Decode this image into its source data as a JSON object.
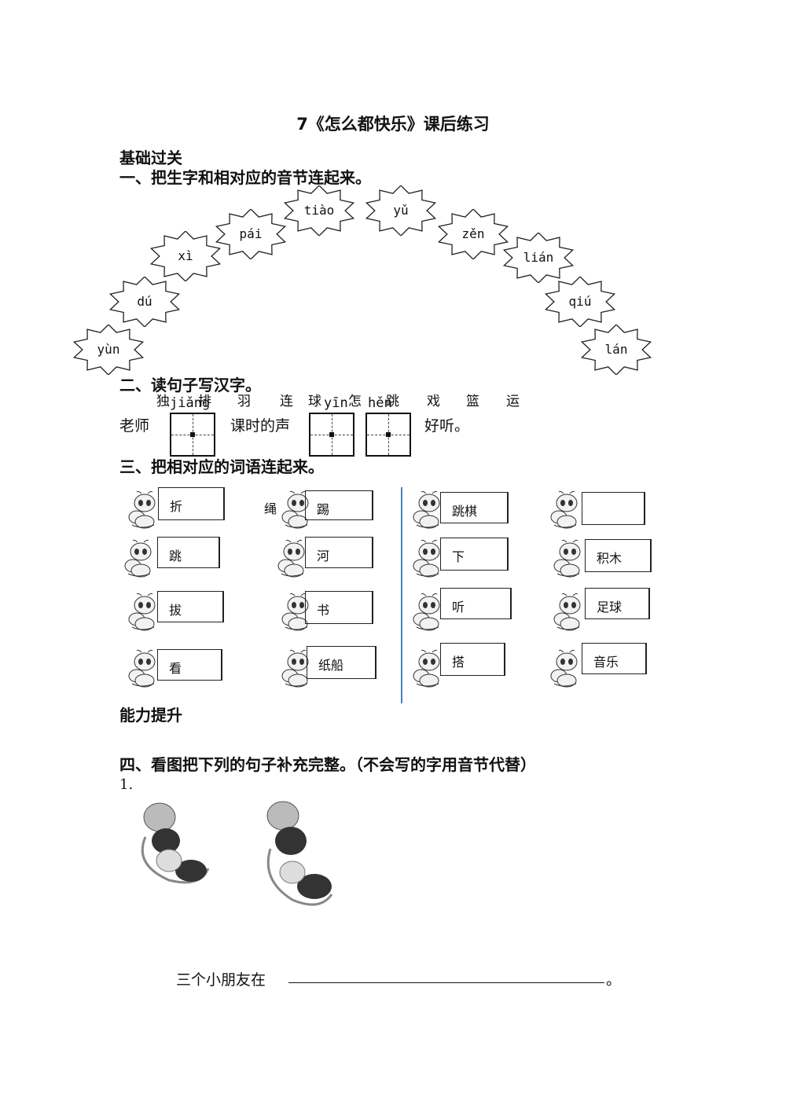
{
  "title": "7《怎么都快乐》课后练习",
  "section_basic": "基础过关",
  "q1": {
    "heading": "一、把生字和相对应的音节连起来。",
    "syllables": [
      "yùn",
      "dú",
      "xì",
      "pái",
      "tiào",
      "yǔ",
      "zěn",
      "lián",
      "qiú",
      "lán"
    ]
  },
  "q2": {
    "heading": "二、读句子写汉字。",
    "hanzi": [
      "独",
      "排",
      "羽",
      "连",
      "球",
      "怎",
      "跳",
      "戏",
      "篮",
      "运"
    ],
    "pinyin": [
      "jiǎng",
      "yīn",
      "hěn"
    ],
    "sentence_parts": [
      "老师",
      "课时的声",
      "好听。"
    ]
  },
  "q3": {
    "heading": "三、把相对应的词语连起来。",
    "left_words": [
      "折",
      "跳",
      "拔",
      "看"
    ],
    "left_objects": [
      "绳",
      "踢",
      "河",
      "书",
      "纸船"
    ],
    "right_words": [
      "跳棋",
      "下",
      "听",
      "搭"
    ],
    "right_objects": [
      "积木",
      "足球",
      "音乐"
    ]
  },
  "section_ability": "能力提升",
  "q4": {
    "heading": "四、看图把下列的句子补充完整。（不会写的字用音节代替）",
    "number": "1.",
    "sentence_start": "三个小朋友在",
    "sentence_end": "。"
  }
}
